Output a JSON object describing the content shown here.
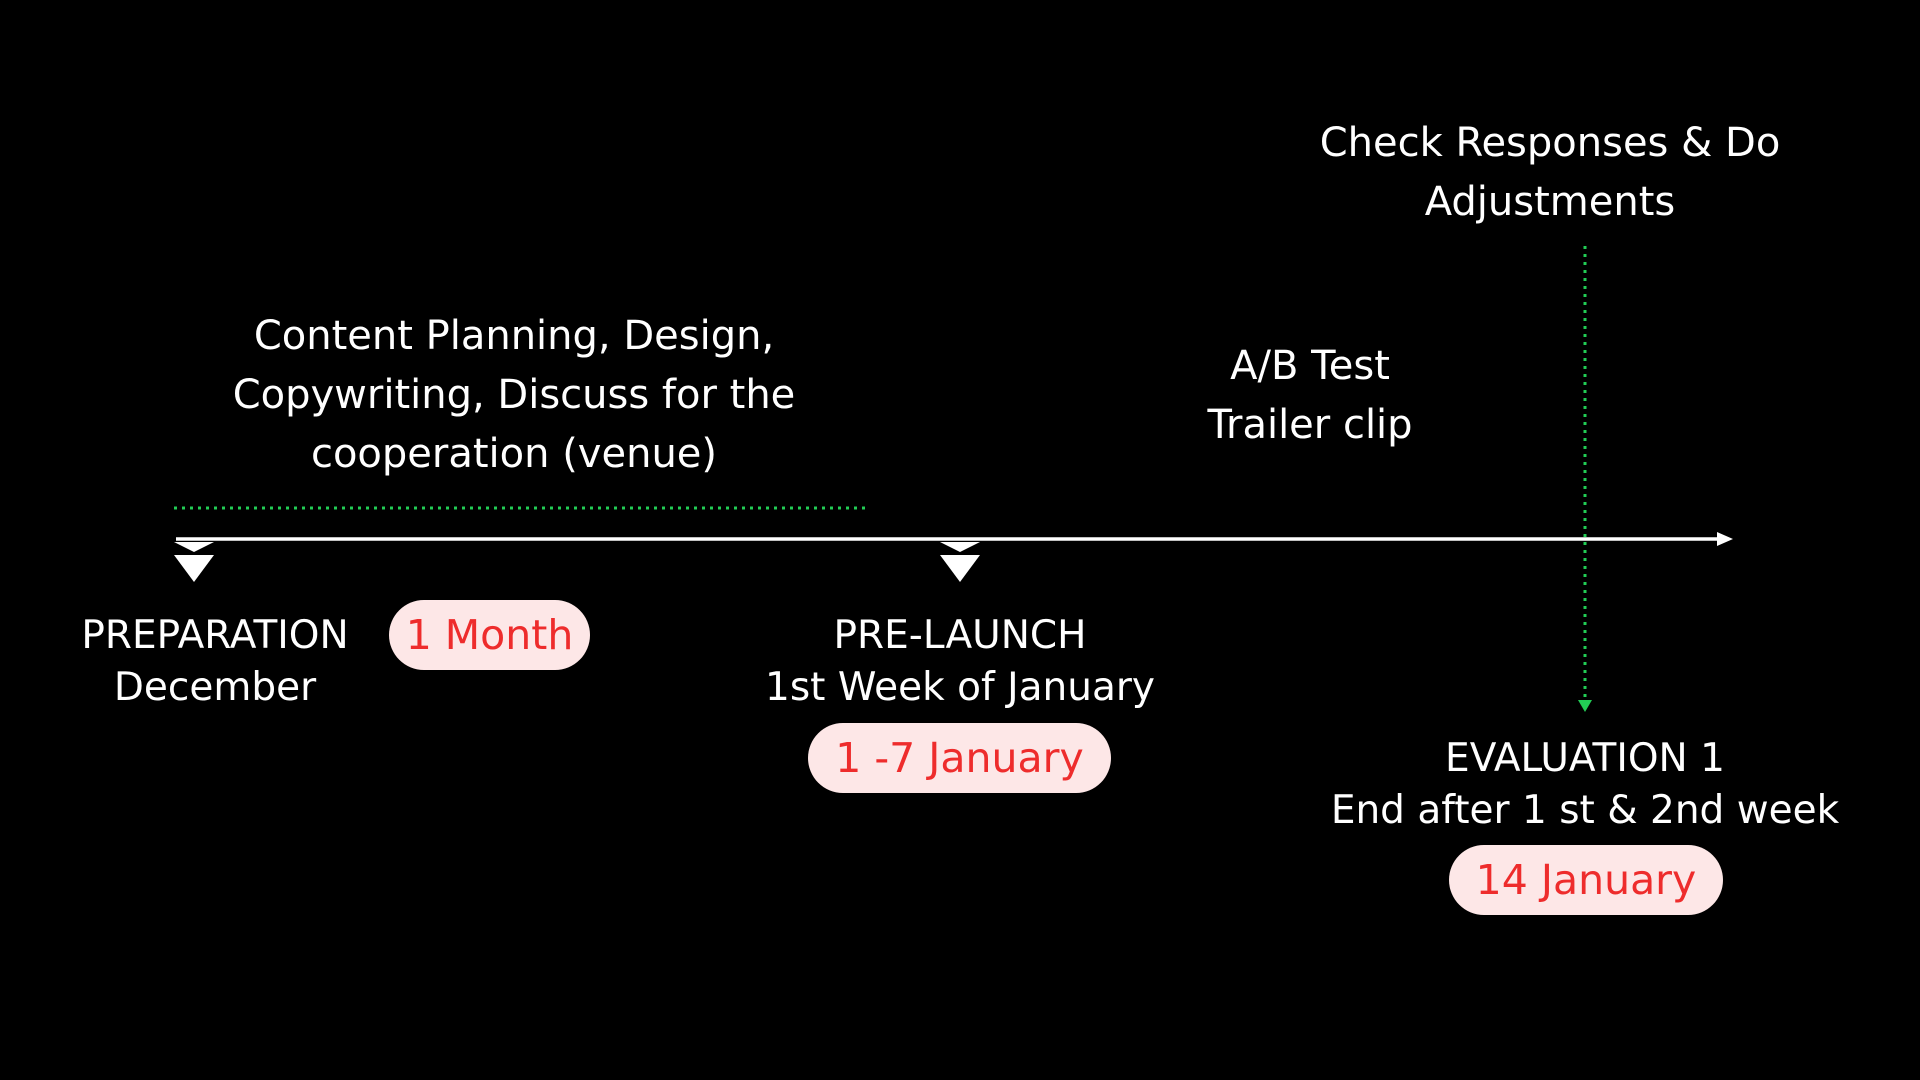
{
  "colors": {
    "background": "#000000",
    "text": "#ffffff",
    "timeline_axis": "#ffffff",
    "dotted_connector": "#22cc55",
    "pill_fill": "#fde7e7",
    "pill_text": "#ee2c2c"
  },
  "planning_note": {
    "lines": [
      "Content Planning, Design,",
      "Copywriting, Discuss for the",
      "cooperation (venue)"
    ]
  },
  "ab_test_note": {
    "lines": [
      "A/B Test",
      "Trailer clip"
    ]
  },
  "check_note": {
    "lines": [
      "Check Responses & Do",
      "Adjustments"
    ]
  },
  "milestones": [
    {
      "title": "PREPARATION",
      "subtitle": "December",
      "badge": "1 Month",
      "marker_icon": "down-chevron-marker"
    },
    {
      "title": "PRE-LAUNCH",
      "subtitle": "1st Week of January",
      "badge": "1 -7 January",
      "marker_icon": "down-chevron-marker"
    },
    {
      "title": "EVALUATION 1",
      "subtitle": "End after 1 st & 2nd week",
      "badge": "14 January",
      "marker_icon": "down-arrow-marker"
    }
  ]
}
